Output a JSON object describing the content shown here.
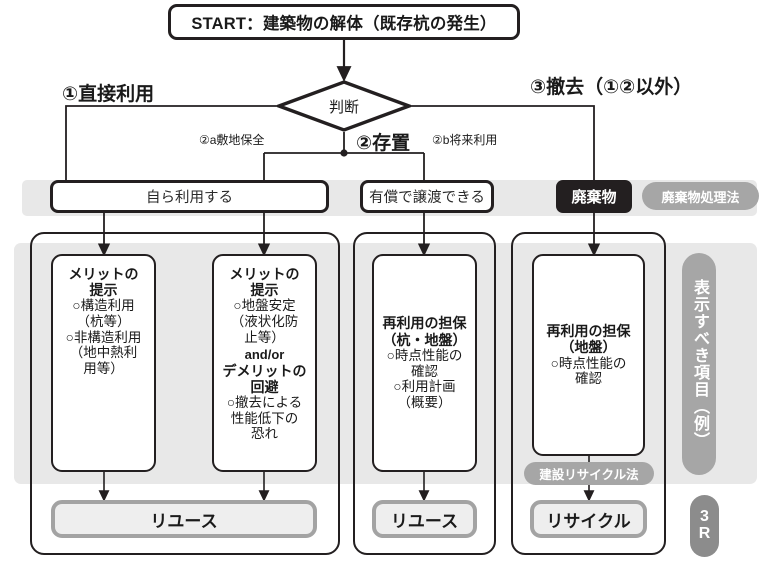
{
  "diagram": {
    "title_box": "START：建築物の解体（既存杭の発生）",
    "decision": "判断",
    "branches": {
      "left_big": "①直接利用",
      "center_big": "②存置",
      "right_big": "③撤去（①②以外）",
      "center_left_small": "②a敷地保全",
      "center_right_small": "②b将来利用"
    },
    "row2": {
      "self_use": "自ら利用する",
      "paid_transfer": "有償で譲渡できる",
      "waste": "廃棄物",
      "waste_law_pill": "廃棄物処理法"
    },
    "columns": [
      {
        "id": "col-merit-structural",
        "heading_line1": "メリットの",
        "heading_line2": "提示",
        "items": [
          "○構造利用",
          "（杭等）",
          "○非構造利用",
          "（地中熱利",
          "用等）"
        ],
        "result": "リユース"
      },
      {
        "id": "col-merit-ground",
        "heading_line1": "メリットの",
        "heading_line2": "提示",
        "items": [
          "○地盤安定",
          "（液状化防",
          "止等）"
        ],
        "connector": "and/or",
        "heading2_line1": "デメリットの",
        "heading2_line2": "回避",
        "items2": [
          "○撤去による",
          "性能低下の",
          "恐れ"
        ],
        "result": "リユース"
      },
      {
        "id": "col-reuse-pile-ground",
        "heading_line1": "再利用の担保",
        "heading_line2": "（杭・地盤）",
        "items": [
          "○時点性能の",
          "確認",
          "○利用計画",
          "（概要）"
        ],
        "result": "リユース"
      },
      {
        "id": "col-reuse-ground",
        "heading_line1": "再利用の担保",
        "heading_line2": "（地盤）",
        "items": [
          "○時点性能の",
          "確認"
        ],
        "law_pill": "建設リサイクル法",
        "result": "リサイクル"
      }
    ],
    "side_label": "表示すべき項目（例）",
    "badge_3r_line1": "3",
    "badge_3r_line2": "R",
    "colors": {
      "ink": "#231f20",
      "band_gray": "#e8e8e8",
      "pill_gray": "#a6a6a6",
      "result_fill": "#eeeeee",
      "result_border": "#a3a3a3",
      "badge_gray": "#8c8c8c",
      "waste_fill": "#231f20"
    }
  }
}
